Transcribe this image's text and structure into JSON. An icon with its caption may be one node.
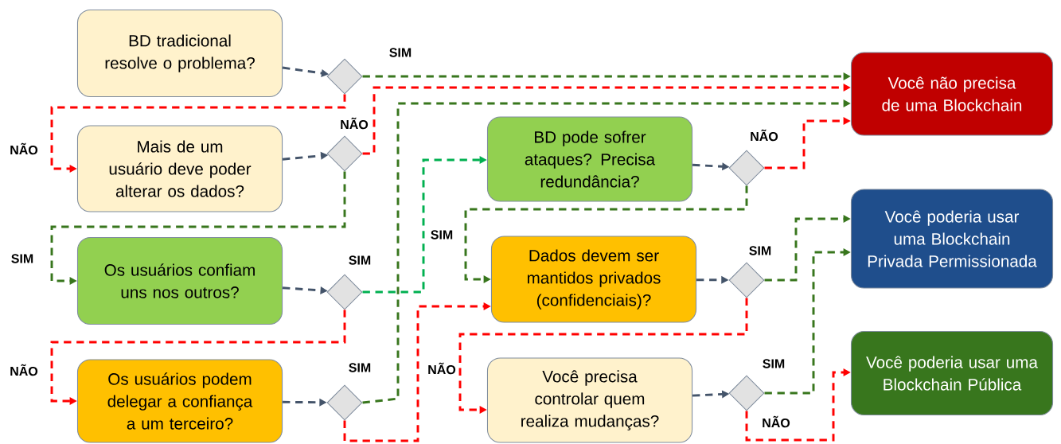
{
  "diagram": {
    "nodes": [
      {
        "text": [
          "BD tradicional resolve o problema?"
        ]
      },
      {
        "text": [],
        "shape": "diamond"
      },
      {
        "text": [
          "Mais de um usuário deve poder alterar os dados?"
        ]
      },
      {
        "text": [],
        "shape": "diamond"
      },
      {
        "text": [
          "Os usuários confiam uns nos outros?"
        ]
      },
      {
        "text": [],
        "shape": "diamond"
      },
      {
        "text": [
          "Os usuários podem delegar a confiança a um terceiro?"
        ]
      },
      {
        "text": [],
        "shape": "diamond"
      },
      {
        "text": [
          "BD pode sofrer ataques? Precisa redundância?"
        ]
      },
      {
        "text": [],
        "shape": "diamond"
      },
      {
        "text": [
          "Dados devem ser mantidos privados (confidenciais)?"
        ]
      },
      {
        "text": [],
        "shape": "diamond"
      },
      {
        "text": [
          "Você precisa controlar quem realiza mudanças?"
        ]
      },
      {
        "text": [],
        "shape": "diamond"
      },
      {
        "text": [
          "Você não precisa de uma Blockchain"
        ]
      },
      {
        "text": [
          "Você poderia usar uma Blockchain Privada Permissionada"
        ]
      },
      {
        "text": [
          "Você poderia usar uma Blockchain Pública"
        ]
      }
    ],
    "edges": [
      {
        "from": 0,
        "to": 1,
        "arrow": "to",
        "style": "dashed",
        "color": "#44546a"
      },
      {
        "from": 2,
        "to": 3,
        "arrow": "to",
        "style": "dashed",
        "color": "#44546a"
      },
      {
        "from": 4,
        "to": 5,
        "arrow": "to",
        "style": "dashed",
        "color": "#44546a"
      },
      {
        "from": 6,
        "to": 7,
        "arrow": "to",
        "style": "dashed",
        "color": "#44546a"
      },
      {
        "from": 8,
        "to": 9,
        "arrow": "to",
        "style": "dashed",
        "color": "#44546a"
      },
      {
        "from": 10,
        "to": 11,
        "arrow": "to",
        "style": "dashed",
        "color": "#44546a"
      },
      {
        "from": 12,
        "to": 13,
        "arrow": "to",
        "style": "dashed",
        "color": "#44546a"
      },
      {
        "from": 1,
        "to": 14,
        "arrow": "to",
        "label": "SIM",
        "style": "dashed",
        "color": "#38761d"
      },
      {
        "from": 1,
        "to": 2,
        "arrow": "to",
        "label": "NÃO",
        "style": "dashed",
        "color": "#ff0000"
      },
      {
        "from": 3,
        "to": 14,
        "arrow": "to",
        "label": "NÃO",
        "style": "dashed",
        "color": "#ff0000"
      },
      {
        "from": 3,
        "to": 4,
        "arrow": "to",
        "label": "SIM",
        "style": "dashed",
        "color": "#38761d"
      },
      {
        "from": 5,
        "to": 8,
        "arrow": "to",
        "label": "SIM",
        "style": "dashed",
        "color": "#00b050"
      },
      {
        "from": 5,
        "to": 6,
        "arrow": "to",
        "label": "NÃO",
        "style": "dashed",
        "color": "#ff0000"
      },
      {
        "from": 7,
        "to": 14,
        "arrow": "to",
        "label": "SIM",
        "style": "dashed",
        "color": "#38761d"
      },
      {
        "from": 7,
        "to": 10,
        "arrow": "to",
        "style": "dashed",
        "color": "#ff0000"
      },
      {
        "from": 9,
        "to": 14,
        "arrow": "to",
        "label": "NÃO",
        "style": "dashed",
        "color": "#ff0000"
      },
      {
        "from": 9,
        "to": 10,
        "arrow": "to",
        "label": "SIM",
        "style": "dashed",
        "color": "#38761d"
      },
      {
        "from": 11,
        "to": 15,
        "arrow": "to",
        "label": "SIM",
        "style": "dashed",
        "color": "#38761d"
      },
      {
        "from": 11,
        "to": 12,
        "arrow": "to",
        "label": "NÃO",
        "style": "dashed",
        "color": "#ff0000"
      },
      {
        "from": 13,
        "to": 15,
        "arrow": "to",
        "label": "SIM",
        "style": "dashed",
        "color": "#38761d"
      },
      {
        "from": 13,
        "to": 16,
        "arrow": "to",
        "label": "NÃO",
        "style": "dashed",
        "color": "#ff0000"
      }
    ]
  }
}
